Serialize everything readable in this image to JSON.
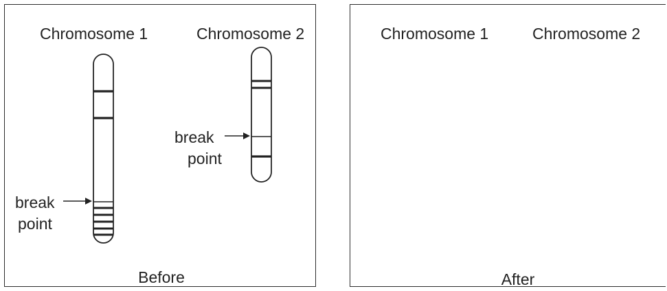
{
  "before": {
    "chromosome1_label": "Chromosome 1",
    "chromosome2_label": "Chromosome 2",
    "break_label_1_line1": "break",
    "break_label_1_line2": "point",
    "break_label_2_line1": "break",
    "break_label_2_line2": "point",
    "caption": "Before"
  },
  "after": {
    "chromosome1_label": "Chromosome 1",
    "chromosome2_label": "Chromosome 2",
    "caption": "After"
  }
}
